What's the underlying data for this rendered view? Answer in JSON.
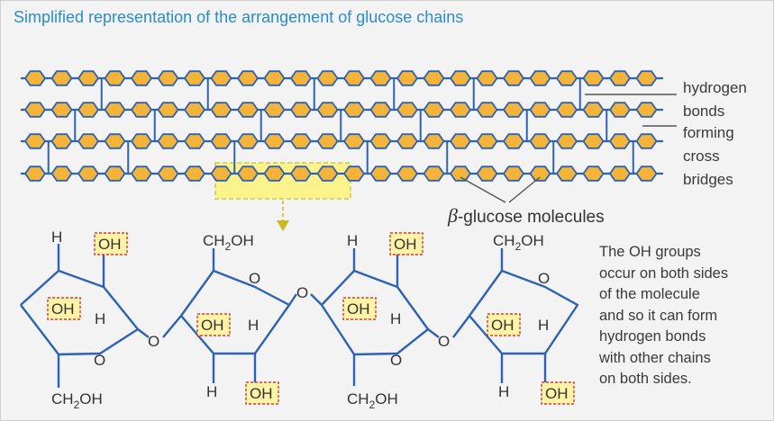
{
  "title": "Simplified representation of the arrangement of glucose chains",
  "side_labels": {
    "hydrogen_bonds_lines": [
      "hydrogen",
      "bonds"
    ],
    "cross_bridges_lines": [
      "forming",
      "cross",
      "bridges"
    ]
  },
  "beta_label": {
    "symbol": "β",
    "text": "-glucose molecules"
  },
  "note_lines": [
    "The OH groups",
    "occur on both sides",
    "of the molecule",
    "and so it can form",
    "hydrogen bonds",
    "with other chains",
    "on both sides."
  ],
  "structure": {
    "H": "H",
    "O": "O",
    "OH": "OH",
    "CH2OH_main": "CH",
    "CH2OH_sub": "2",
    "CH2OH_end": "OH"
  },
  "colors": {
    "title": "#2a8cc8",
    "chain": "#2e62b3",
    "hexagon_fill": "#f4b43a",
    "highlight_fill": "#fff36a",
    "highlight_border": "#c9b91a",
    "oh_box_fill": "#fff3a8",
    "oh_box_border": "#d83a2a",
    "arrow": "#c9b91a"
  }
}
